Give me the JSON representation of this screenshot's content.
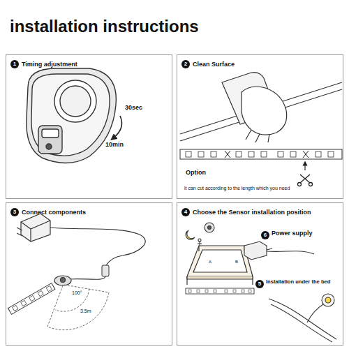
{
  "diagram": {
    "title": "installation instructions",
    "nodes": [
      {
        "text": [
          "Timing adjustment"
        ]
      },
      {
        "text": [
          "1"
        ],
        "in": 0
      },
      {
        "text": [
          "Clean Surface"
        ]
      },
      {
        "text": [
          "2"
        ],
        "in": 2
      },
      {
        "text": [
          "Connect components"
        ]
      },
      {
        "text": [
          "3"
        ],
        "in": 4
      },
      {
        "text": [
          "Choose the Sensor installation position"
        ]
      },
      {
        "text": [
          "4"
        ],
        "in": 6
      },
      {
        "text": [
          "6"
        ],
        "in": 6
      },
      {
        "text": [
          "5"
        ],
        "in": 6
      }
    ],
    "labels": [
      "30sec",
      "10min",
      "Option",
      "it can cut according to the length which you need",
      "100°",
      "3.5m",
      "A",
      "B",
      "Power supply",
      "Installation under the bed"
    ]
  }
}
